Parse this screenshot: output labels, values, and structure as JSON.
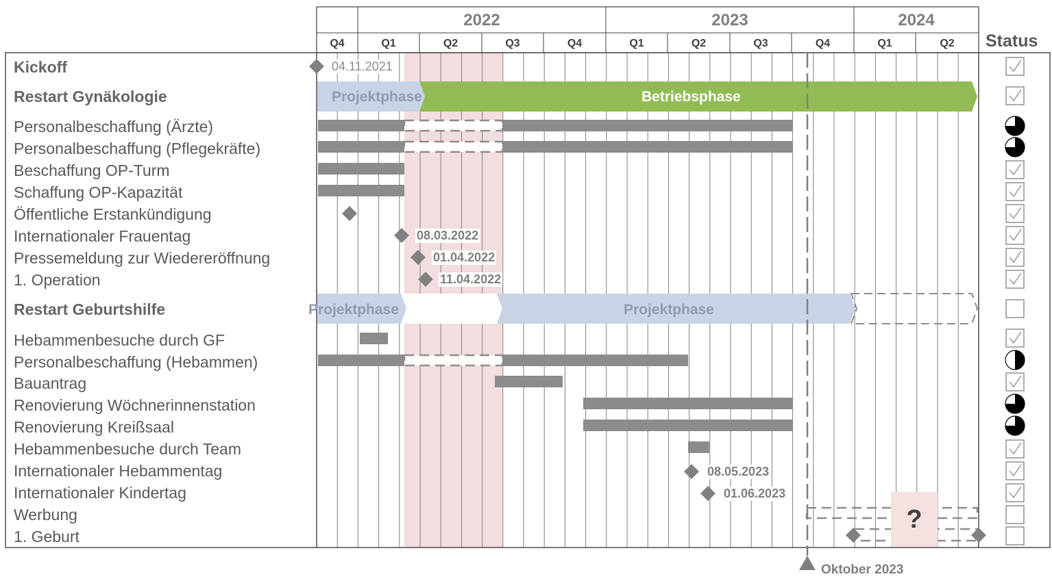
{
  "header": {
    "years": [
      "2022",
      "2023",
      "2024"
    ],
    "quarters": [
      "Q4",
      "Q1",
      "Q2",
      "Q3",
      "Q4",
      "Q1",
      "Q2",
      "Q3",
      "Q4",
      "Q1",
      "Q2"
    ],
    "status_title": "Status"
  },
  "sections": {
    "kickoff": "Kickoff",
    "gyn": "Restart Gynäkologie",
    "geb": "Restart Geburtshilfe"
  },
  "tasks": [
    "Personalbeschaffung (Ärzte)",
    "Personalbeschaffung (Pflegekräfte)",
    "Beschaffung OP-Turm",
    "Schaffung OP-Kapazität",
    "Öffentliche Erstankündigung",
    "Internationaler Frauentag",
    "Pressemeldung zur Wiedereröffnung",
    "1. Operation",
    "Hebammenbesuche durch GF",
    "Personalbeschaffung (Hebammen)",
    "Bauantrag",
    "Renovierung Wöchnerinnenstation",
    "Renovierung Kreißsaal",
    "Hebammenbesuche durch Team",
    "Internationaler Hebammentag",
    "Internationaler Kindertag",
    "Werbung",
    "1. Geburt"
  ],
  "phases": {
    "gyn_project": "Projektphase",
    "gyn_operation": "Betriebsphase",
    "geb_project_1": "Projektphase",
    "geb_project_2": "Projektphase"
  },
  "milestones": {
    "kickoff_date": "04.11.2021",
    "frauentag": "08.03.2022",
    "pressemeldung": "01.04.2022",
    "operation": "11.04.2022",
    "hebammentag": "08.05.2023",
    "kindertag": "01.06.2023"
  },
  "today_marker": "Oktober 2023",
  "unknown_mark": "?",
  "status": [
    "done",
    "done",
    "75",
    "75",
    "done",
    "done",
    "done",
    "done",
    "done",
    "done",
    "none",
    "done",
    "50",
    "done",
    "75",
    "75",
    "done",
    "done",
    "done",
    "none",
    "none"
  ],
  "colors": {
    "bar": "#8c8c8c",
    "project_phase": "#c8d3e5",
    "operation_phase": "#92bb55",
    "highlight": "#f2dede",
    "grid": "#7f7f7f"
  }
}
